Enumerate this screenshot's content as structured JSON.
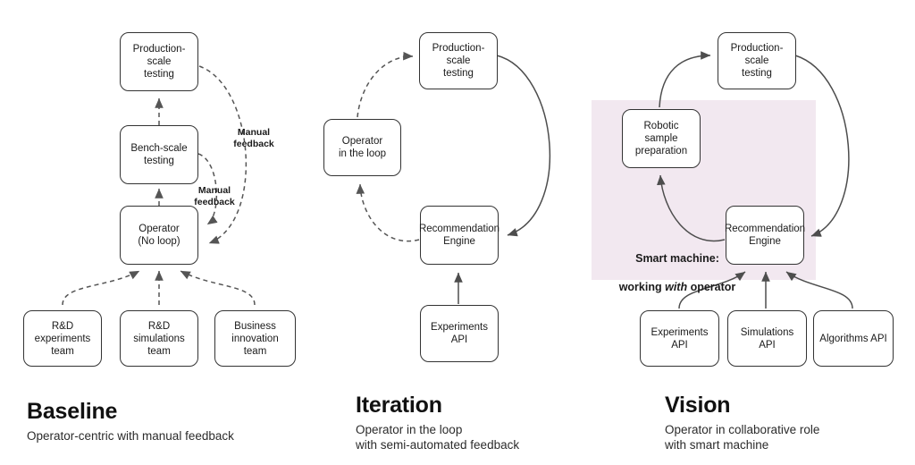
{
  "diagram": {
    "title": "Operator workflow evolution: Baseline, Iteration, Vision",
    "colors": {
      "background": "#ffffff",
      "box_border": "#333333",
      "box_fill": "#ffffff",
      "edge_solid": "#4d4d4d",
      "edge_dashed": "#555555",
      "region_fill": "#f2e8f0",
      "text": "#1a1a1a"
    }
  },
  "panels": [
    {
      "id": "baseline",
      "caption_title": "Baseline",
      "caption_sub": "Operator-centric with manual feedback",
      "nodes": [
        {
          "id": "b-prod",
          "label": "Production-scale\ntesting"
        },
        {
          "id": "b-bench",
          "label": "Bench-scale\ntesting"
        },
        {
          "id": "b-op",
          "label": "Operator\n(No loop)"
        },
        {
          "id": "b-rnd-exp",
          "label": "R&D\nexperiments\nteam"
        },
        {
          "id": "b-rnd-sim",
          "label": "R&D\nsimulations\nteam"
        },
        {
          "id": "b-biz",
          "label": "Business\ninnovation team"
        }
      ],
      "edge_labels": [
        {
          "id": "b-fb-top",
          "text": "Manual\nfeedback"
        },
        {
          "id": "b-fb-bottom",
          "text": "Manual\nfeedback"
        }
      ]
    },
    {
      "id": "iteration",
      "caption_title": "Iteration",
      "caption_sub": "Operator in the loop\nwith semi-automated feedback",
      "nodes": [
        {
          "id": "i-prod",
          "label": "Production-scale\ntesting"
        },
        {
          "id": "i-op",
          "label": "Operator\nin the loop"
        },
        {
          "id": "i-rec",
          "label": "Recommendation\nEngine"
        },
        {
          "id": "i-exp",
          "label": "Experiments API"
        }
      ],
      "edge_labels": []
    },
    {
      "id": "vision",
      "caption_title": "Vision",
      "caption_sub": "Operator in collaborative role\nwith smart machine",
      "region_label_line1": "Smart machine:",
      "region_label_line2_pre": "working ",
      "region_label_line2_em": "with",
      "region_label_line2_post": " operator",
      "nodes": [
        {
          "id": "v-prod",
          "label": "Production-scale\ntesting"
        },
        {
          "id": "v-robot",
          "label": "Robotic sample\npreparation"
        },
        {
          "id": "v-rec",
          "label": "Recommendation\nEngine"
        },
        {
          "id": "v-exp",
          "label": "Experiments API"
        },
        {
          "id": "v-sim",
          "label": "Simulations API"
        },
        {
          "id": "v-alg",
          "label": "Algorithms API"
        }
      ]
    }
  ]
}
